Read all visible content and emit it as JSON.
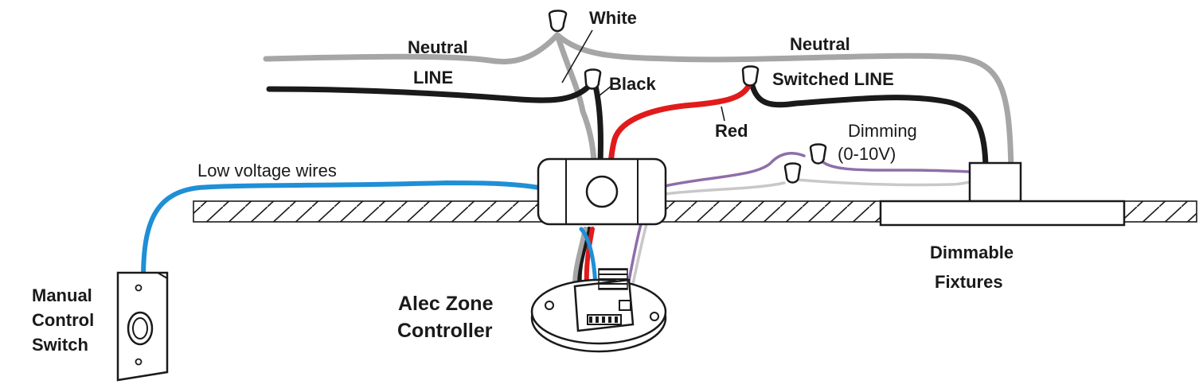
{
  "labels": {
    "white": "White",
    "neutral_left": "Neutral",
    "neutral_right": "Neutral",
    "line": "LINE",
    "black": "Black",
    "switched_line": "Switched LINE",
    "red": "Red",
    "dimming": "Dimming",
    "dimming_range": "(0-10V)",
    "low_voltage": "Low voltage wires",
    "dimmable_1": "Dimmable",
    "dimmable_2": "Fixtures",
    "controller_1": "Alec Zone",
    "controller_2": "Controller",
    "manual_1": "Manual",
    "manual_2": "Control",
    "manual_3": "Switch"
  },
  "colors": {
    "neutral_wire": "#a6a6a6",
    "line_wire": "#1a1a1a",
    "red_wire": "#e11b1b",
    "low_voltage_wire": "#1f8fd6",
    "dimming_purple": "#8e6ea8",
    "dimming_gray": "#c8c8c8"
  }
}
